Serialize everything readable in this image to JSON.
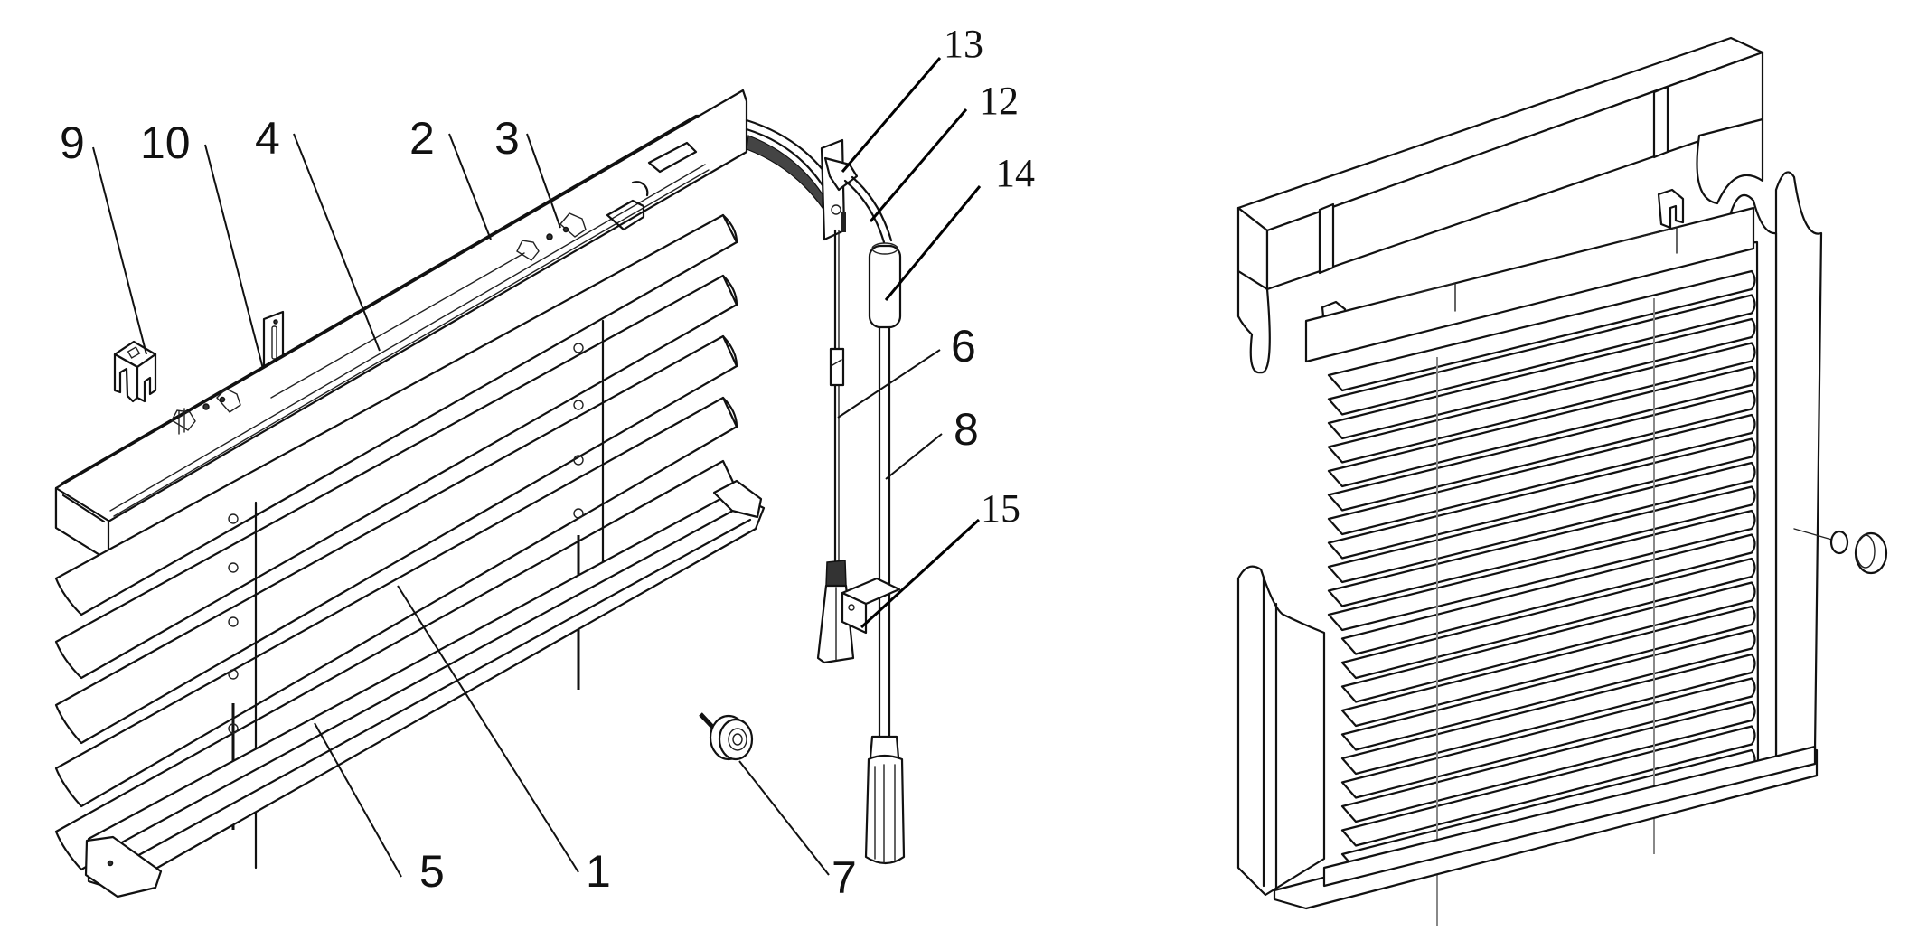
{
  "figure": {
    "title": "Venetian blind components and installed view",
    "panels": [
      {
        "id": "exploded-view",
        "description": "Exploded view of horizontal venetian blind with numbered parts"
      },
      {
        "id": "installed-view",
        "description": "Blind mounted inside a window frame with brackets and hold-down clip"
      }
    ]
  },
  "callouts": [
    {
      "number": "1",
      "part": "slat",
      "style": "sans"
    },
    {
      "number": "2",
      "part": "headrail",
      "style": "sans"
    },
    {
      "number": "3",
      "part": "tilt mechanism",
      "style": "sans"
    },
    {
      "number": "4",
      "part": "tilt rod",
      "style": "sans"
    },
    {
      "number": "5",
      "part": "bottom rail",
      "style": "sans"
    },
    {
      "number": "6",
      "part": "lift cord",
      "style": "sans"
    },
    {
      "number": "7",
      "part": "hold-down bracket",
      "style": "sans"
    },
    {
      "number": "8",
      "part": "tilt wand",
      "style": "sans"
    },
    {
      "number": "9",
      "part": "mounting bracket",
      "style": "sans"
    },
    {
      "number": "10",
      "part": "extension bracket",
      "style": "sans"
    },
    {
      "number": "12",
      "part": "wand connector",
      "style": "serif"
    },
    {
      "number": "13",
      "part": "cord lock",
      "style": "serif"
    },
    {
      "number": "14",
      "part": "wand sleeve",
      "style": "serif"
    },
    {
      "number": "15",
      "part": "wand clip",
      "style": "serif"
    }
  ],
  "colors": {
    "line": "#111111",
    "background": "#ffffff",
    "ladder": "#888888"
  }
}
